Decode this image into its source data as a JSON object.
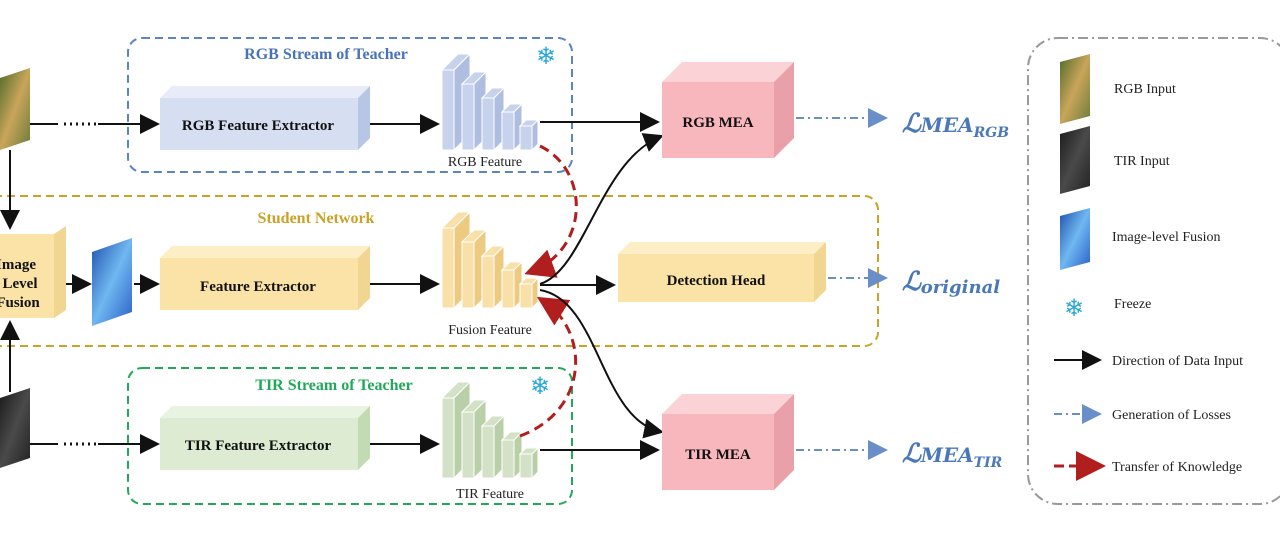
{
  "rgb_stream": {
    "title": "RGB Stream of Teacher",
    "extractor": "RGB Feature Extractor",
    "feature": "RGB Feature",
    "title_color": "#4a72b8",
    "box_color": "#5b84c4"
  },
  "student": {
    "title": "Student Network",
    "fusion_lines": [
      "Image",
      "Level",
      "Fusion"
    ],
    "extractor": "Feature Extractor",
    "feature": "Fusion Feature",
    "head": "Detection Head",
    "title_color": "#c9a227"
  },
  "tir_stream": {
    "title": "TIR Stream of Teacher",
    "extractor": "TIR Feature Extractor",
    "feature": "TIR Feature",
    "title_color": "#22a85a"
  },
  "mea": {
    "rgb": "RGB MEA",
    "tir": "TIR MEA"
  },
  "losses": {
    "rgb": {
      "main": "ℒ",
      "base": "MEA",
      "sub": "RGB"
    },
    "original": {
      "main": "ℒ",
      "base": "original"
    },
    "tir": {
      "main": "ℒ",
      "base": "MEA",
      "sub": "TIR"
    }
  },
  "legend": {
    "items": [
      {
        "icon": "rgb-image-icon",
        "label": "RGB Input"
      },
      {
        "icon": "tir-image-icon",
        "label": "TIR Input"
      },
      {
        "icon": "fusion-image-icon",
        "label": "Image-level Fusion"
      },
      {
        "icon": "snowflake-icon",
        "label": "Freeze"
      },
      {
        "icon": "solid-arrow-icon",
        "label": "Direction of Data Input"
      },
      {
        "icon": "dash-dot-arrow-icon",
        "label": "Generation of Losses"
      },
      {
        "icon": "red-dashed-arrow-icon",
        "label": "Transfer of Knowledge"
      }
    ]
  },
  "colors": {
    "arrow": "#111111",
    "loss_arrow": "#6a8fc8",
    "knowledge_arrow": "#b01e1e",
    "mea_fill": "#f7b7bd",
    "student_fill": "#fbe3a8",
    "rgb_fill": "#d6dff2",
    "tir_fill": "#dcebd2"
  }
}
